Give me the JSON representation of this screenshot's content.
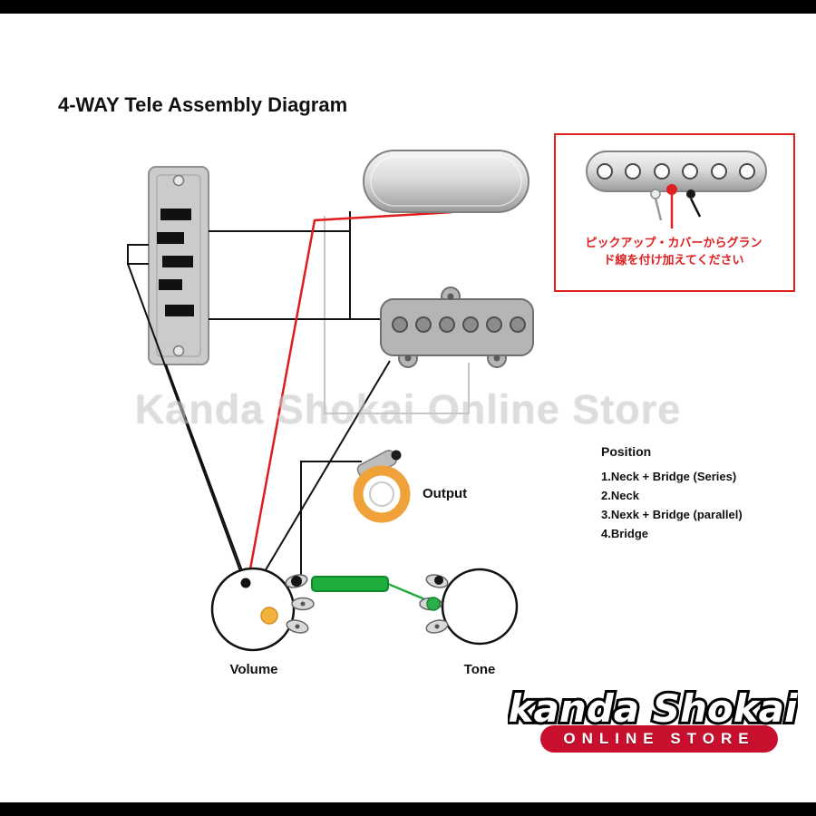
{
  "title": "4-WAY Tele Assembly Diagram",
  "watermark": "Kanda Shokai Online Store",
  "labels": {
    "output": "Output",
    "volume": "Volume",
    "tone": "Tone"
  },
  "position_info": {
    "heading": "Position",
    "items": [
      "1.Neck + Bridge (Series)",
      "2.Neck",
      "3.Nexk + Bridge (parallel)",
      "4.Bridge"
    ]
  },
  "note_box": {
    "line1": "ピックアップ・カバーからグラン",
    "line2": "ド線を付け加えてください"
  },
  "logo": {
    "script": "kanda Shokai",
    "banner": "ONLINE STORE"
  },
  "colors": {
    "wire_red": "#e01b1b",
    "wire_black": "#111111",
    "shield_gray": "#c6c6c6",
    "capacitor_green": "#1fae3e",
    "jack_orange": "#f0a23a",
    "note_red": "#e02020",
    "banner_red": "#c8102e"
  }
}
